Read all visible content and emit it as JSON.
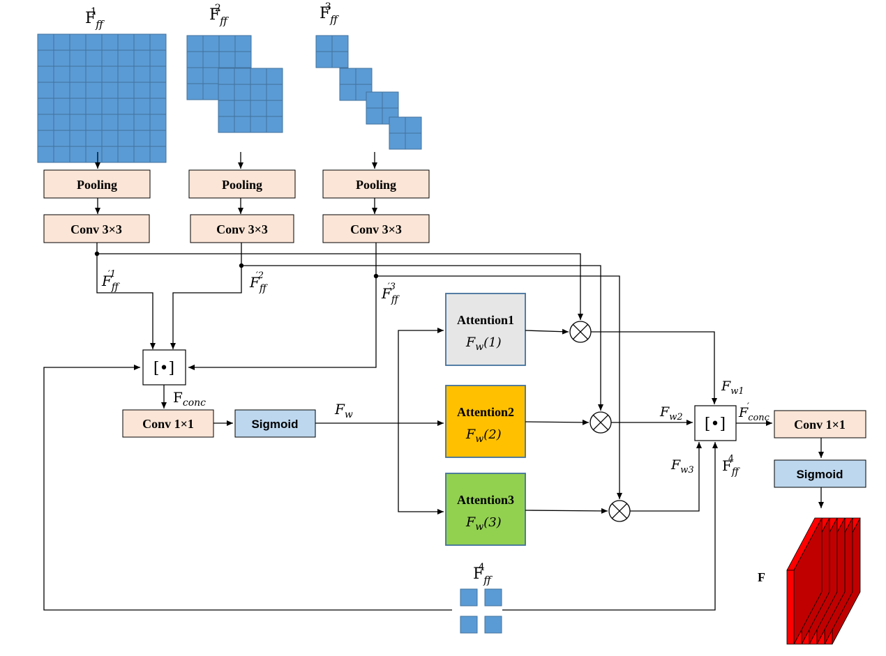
{
  "feature_maps": [
    {
      "base": "F",
      "sub": "ff",
      "sup": "1"
    },
    {
      "base": "F",
      "sub": "ff",
      "sup": "2"
    },
    {
      "base": "F",
      "sub": "ff",
      "sup": "3"
    },
    {
      "base": "F",
      "sub": "ff",
      "sup": "4"
    }
  ],
  "blocks": {
    "pooling": "Pooling",
    "conv3": "Conv 3×3",
    "conv1": "Conv 1×1",
    "sigmoid": "Sigmoid",
    "concat": "[•]"
  },
  "attention": [
    {
      "title": "Attention1",
      "fw_base": "F",
      "fw_sub": "w",
      "fw_arg": "(1)",
      "fill": "#e6e6e6",
      "stroke": "#41719c"
    },
    {
      "title": "Attention2",
      "fw_base": "F",
      "fw_sub": "w",
      "fw_arg": "(2)",
      "fill": "#ffc000",
      "stroke": "#41719c"
    },
    {
      "title": "Attention3",
      "fw_base": "F",
      "fw_sub": "w",
      "fw_arg": "(3)",
      "fill": "#92d050",
      "stroke": "#41719c"
    }
  ],
  "edge_labels": {
    "fprime1": {
      "base": "F",
      "sub": "ff",
      "sup": "′1"
    },
    "fprime2": {
      "base": "F",
      "sub": "ff",
      "sup": "′2"
    },
    "fprime3": {
      "base": "F",
      "sub": "ff",
      "sup": "′3"
    },
    "fconc": {
      "base": "F",
      "sub": "conc"
    },
    "fw": {
      "base": "F",
      "sub": "w"
    },
    "fw1": {
      "base": "F",
      "sub": "w1"
    },
    "fw2": {
      "base": "F",
      "sub": "w2"
    },
    "fw3": {
      "base": "F",
      "sub": "w3"
    },
    "fconc_prime": {
      "base": "F",
      "sub": "conc",
      "sup": "′"
    },
    "ff4_right": {
      "base": "F",
      "sub": "ff",
      "sup": "4"
    }
  },
  "output_label": "F",
  "colors": {
    "cell_fill": "#5b9bd5",
    "cell_stroke": "#41719c",
    "block_peach": "#fbe5d6",
    "block_blue": "#bdd7ee",
    "block_stroke": "#000000",
    "output_red": "#ff0000",
    "output_dark": "#c00000"
  }
}
